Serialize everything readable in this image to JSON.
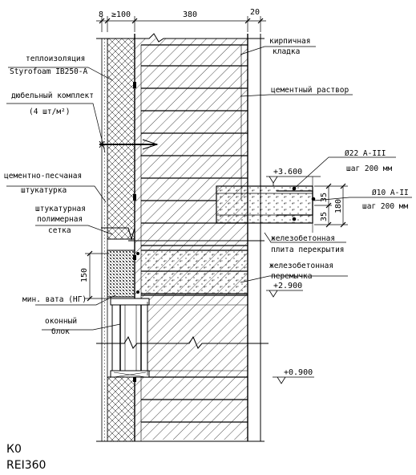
{
  "dimensions": {
    "d8": "8",
    "d100": "≥100",
    "d380": "380",
    "d20": "20",
    "d150": "150",
    "d35a": "35",
    "d35b": "35",
    "d180": "180"
  },
  "labels": {
    "insulation_line1": "теплоизоляция",
    "insulation_line2": "Styrofoam IB250-A",
    "dowel_line1": "дюбельный комплект",
    "dowel_line2": "(4 шт/м²)",
    "render_line1": "цементно-песчаная",
    "render_line2": "штукатурка",
    "mesh_line1": "штукатурная",
    "mesh_line2": "полимерная",
    "mesh_line3": "сетка",
    "mineral_wool": "мин. вата (НГ)",
    "window_line1": "оконный",
    "window_line2": "блок",
    "brick_line1": "кирпичная",
    "brick_line2": "кладка",
    "mortar": "цементный раствор",
    "rebar1_line1": "Ø22 A-III",
    "rebar1_line2": "шаг 200 мм",
    "rebar2_line1": "Ø10 A-II",
    "rebar2_line2": "шаг 200 мм",
    "slab_line1": "железобетонная",
    "slab_line2": "плита перекрытия",
    "lintel_line1": "железобетонная",
    "lintel_line2": "перемычка"
  },
  "levels": {
    "slab_top": "+3.600",
    "lintel_bottom": "+2.900",
    "window_bottom": "+0.900"
  },
  "classification": {
    "fire_hazard_class": "К0",
    "fire_resistance": "REI360"
  }
}
